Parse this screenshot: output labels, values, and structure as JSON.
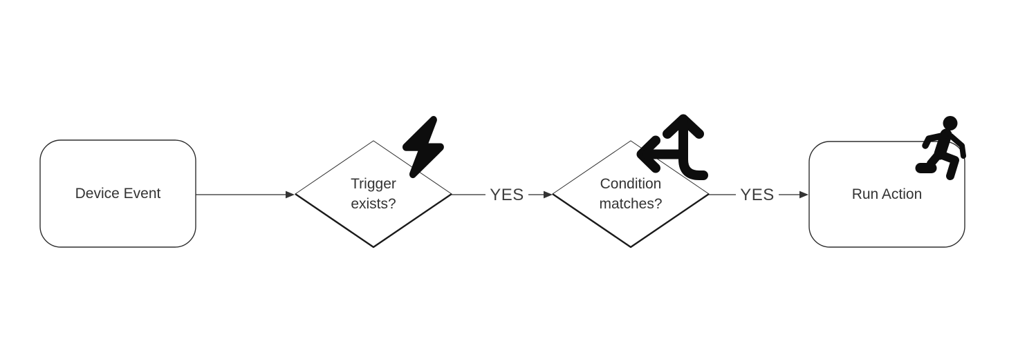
{
  "diagram": {
    "type": "flowchart",
    "background": "#ffffff",
    "nodes": [
      {
        "id": "device-event",
        "shape": "rounded-rectangle",
        "label": "Device Event",
        "icon": null
      },
      {
        "id": "trigger-exists",
        "shape": "diamond",
        "label": "Trigger exists?",
        "icon": "lightning-bolt"
      },
      {
        "id": "condition-matches",
        "shape": "diamond",
        "label": "Condition matches?",
        "icon": "split-arrows-up-and-left"
      },
      {
        "id": "run-action",
        "shape": "rounded-rectangle",
        "label": "Run Action",
        "icon": "person-running"
      }
    ],
    "edges": [
      {
        "from": "device-event",
        "to": "trigger-exists",
        "label": ""
      },
      {
        "from": "trigger-exists",
        "to": "condition-matches",
        "label": "YES"
      },
      {
        "from": "condition-matches",
        "to": "run-action",
        "label": "YES"
      }
    ],
    "colors": {
      "shape_fill": "#ffffff",
      "shape_stroke": "#2e2e2e",
      "icon_fill": "#0d0d0d",
      "text": "#333333",
      "connector": "#4f4f4f",
      "arrowhead": "#333333"
    }
  }
}
